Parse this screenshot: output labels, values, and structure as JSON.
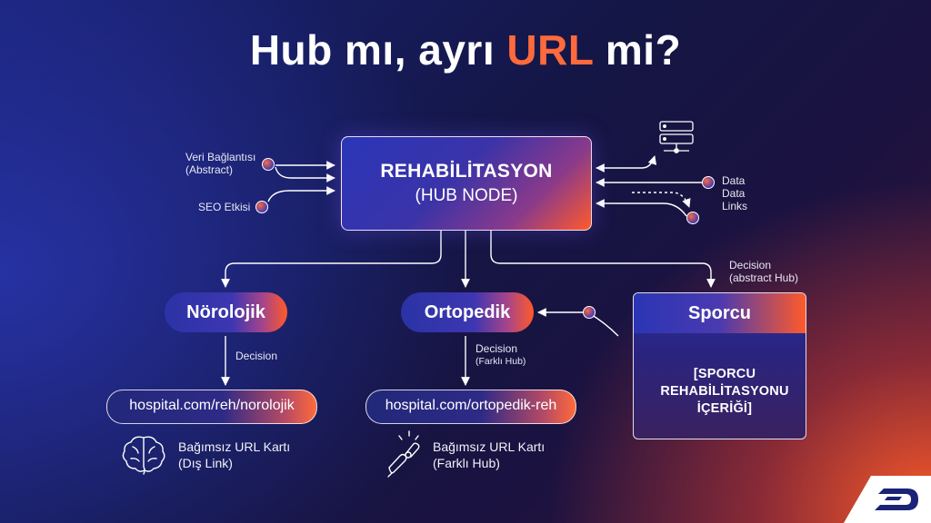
{
  "title": {
    "part1": "Hub mı, ayrı ",
    "accent": "URL",
    "part2": " mi?"
  },
  "hub": {
    "line1": "REHABİLİTASYON",
    "line2": "(HUB NODE)"
  },
  "left_inputs": {
    "veri_line1": "Veri Bağlantısı",
    "veri_line2": "(Abstract)",
    "seo": "SEO Etkisi"
  },
  "right_inputs": {
    "line1": "Data",
    "line2": "Data",
    "line3": "Links"
  },
  "branches": {
    "norolojik": {
      "label": "Nörolojik",
      "decision": "Decision",
      "url": "hospital.com/reh/norolojik",
      "card_line1": "Bağımsız URL Kartı",
      "card_line2": "(Dış Link)"
    },
    "ortopedik": {
      "label": "Ortopedik",
      "decision": "Decision",
      "decision_sub": "(Farklı Hub)",
      "url": "hospital.com/ortopedik-reh",
      "card_line1": "Bağımsız URL Kartı",
      "card_line2": "(Farklı Hub)"
    },
    "sporcu": {
      "label": "Sporcu",
      "decision": "Decision",
      "decision_sub": "(abstract Hub)",
      "content_line1": "[SPORCU",
      "content_line2": "REHABİLİTASYONU",
      "content_line3": "İÇERİĞİ]"
    }
  },
  "icons": {
    "brain": "brain-icon",
    "joint": "joint-icon",
    "server": "server-icon",
    "logo": "brand-logo"
  },
  "colors": {
    "accent": "#ff6a3d",
    "navy": "#141645",
    "blue": "#2a36b8"
  }
}
